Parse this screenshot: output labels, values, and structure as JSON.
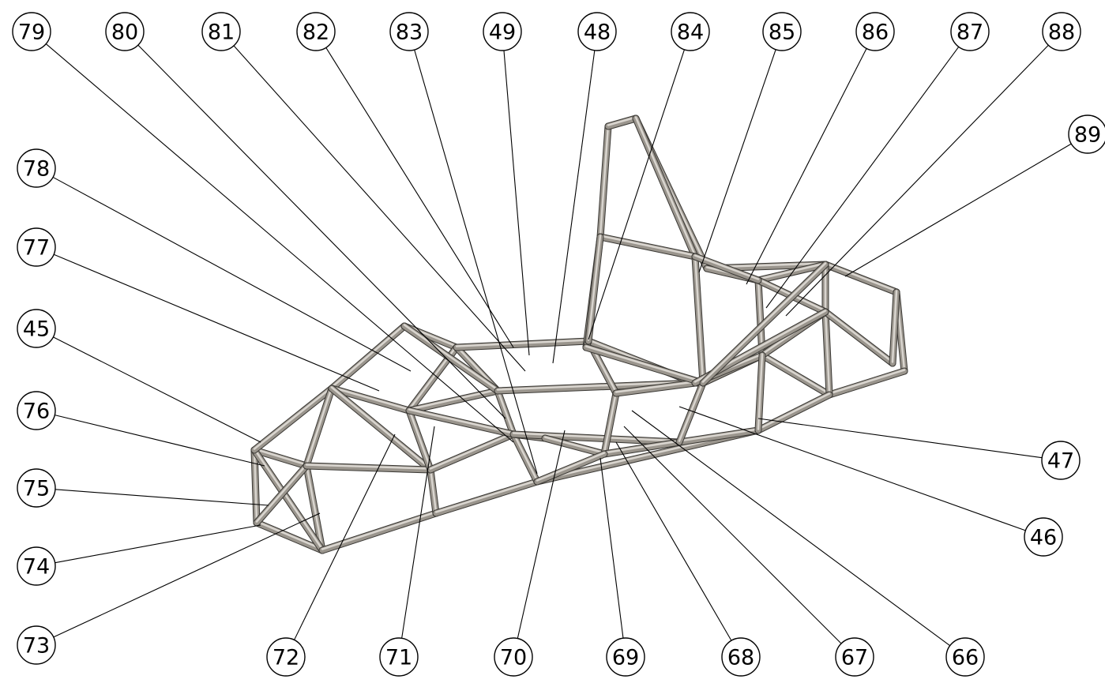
{
  "drawing": {
    "subject": "tube-frame-chassis",
    "balloons": [
      {
        "label": "79"
      },
      {
        "label": "80"
      },
      {
        "label": "81"
      },
      {
        "label": "82"
      },
      {
        "label": "83"
      },
      {
        "label": "49"
      },
      {
        "label": "48"
      },
      {
        "label": "84"
      },
      {
        "label": "85"
      },
      {
        "label": "86"
      },
      {
        "label": "87"
      },
      {
        "label": "88"
      },
      {
        "label": "89"
      },
      {
        "label": "78"
      },
      {
        "label": "77"
      },
      {
        "label": "45"
      },
      {
        "label": "76"
      },
      {
        "label": "75"
      },
      {
        "label": "74"
      },
      {
        "label": "73"
      },
      {
        "label": "72"
      },
      {
        "label": "71"
      },
      {
        "label": "70"
      },
      {
        "label": "69"
      },
      {
        "label": "68"
      },
      {
        "label": "67"
      },
      {
        "label": "66"
      },
      {
        "label": "47"
      },
      {
        "label": "46"
      }
    ],
    "colors": {
      "tube": "#9a958d",
      "tube_highlight": "#d9d5cf",
      "tube_shadow": "#3a3834",
      "leader": "#000000",
      "background": "#ffffff"
    }
  }
}
